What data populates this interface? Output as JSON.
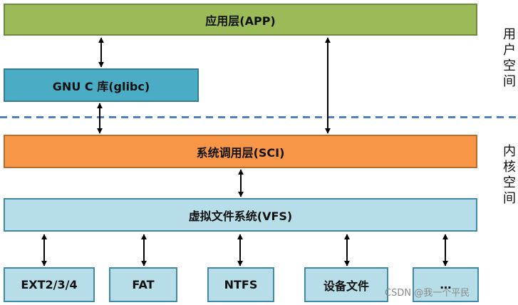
{
  "colors": {
    "app_fill": "#9bbb59",
    "app_border": "#71893f",
    "glibc_fill": "#4bacc6",
    "glibc_border": "#357d91",
    "sci_fill": "#f79646",
    "sci_border": "#b66d31",
    "fs_fill": "#b7dee8",
    "fs_border": "#3e8ba5",
    "dashed_line": "#4f81bd",
    "arrow": "#000000"
  },
  "layers": {
    "app": "应用层(APP)",
    "glibc": "GNU C 库(glibc)",
    "sci": "系统调用层(SCI)",
    "vfs": "虚拟文件系统(VFS)"
  },
  "filesystems": [
    "EXT2/3/4",
    "FAT",
    "NTFS",
    "设备文件",
    "…"
  ],
  "side_labels": {
    "user_space": "用户空间",
    "kernel_space": "内核空间"
  },
  "watermark": "CSDN @我一个平民"
}
